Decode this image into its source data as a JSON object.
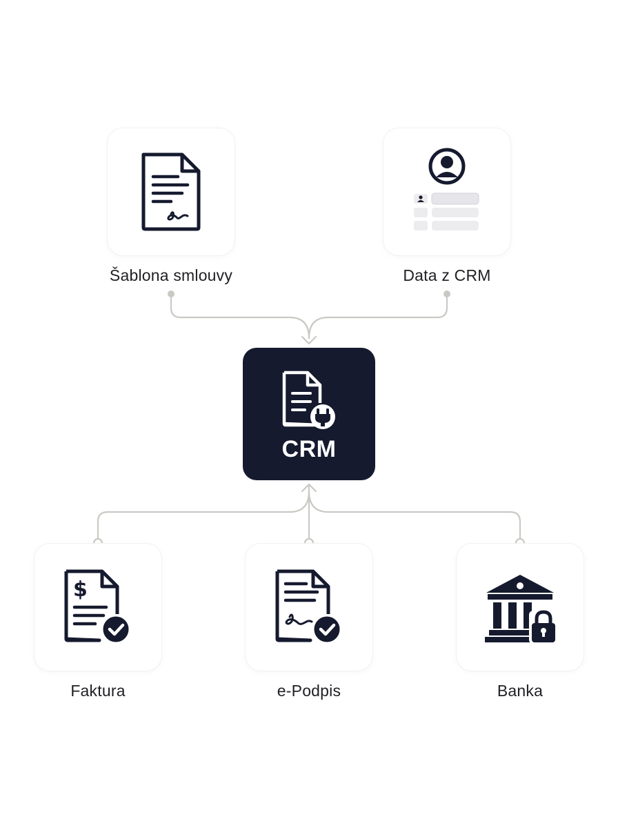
{
  "nodes": {
    "template": {
      "label": "Šablona smlouvy",
      "icon": "signed-document-icon"
    },
    "crm_data": {
      "label": "Data z CRM",
      "icon": "user-profile-form-icon"
    },
    "hub": {
      "title": "CRM",
      "icon": "document-plug-icon"
    },
    "invoice": {
      "label": "Faktura",
      "icon": "invoice-check-icon"
    },
    "esign": {
      "label": "e-Podpis",
      "icon": "signature-check-icon"
    },
    "bank": {
      "label": "Banka",
      "icon": "bank-lock-icon"
    }
  },
  "colors": {
    "hub_background": "#151a2e",
    "icon": "#151a2e",
    "connector": "#c9c9c4"
  }
}
